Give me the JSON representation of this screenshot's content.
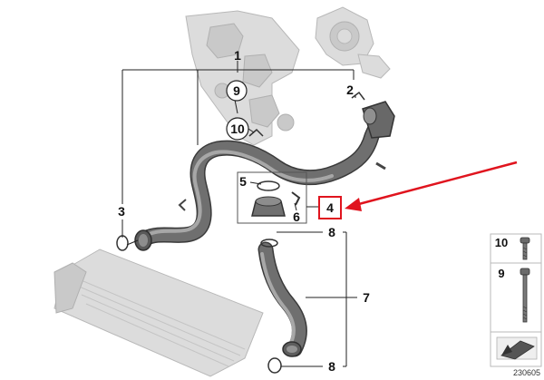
{
  "callouts": {
    "c1": "1",
    "c2": "2",
    "c3": "3",
    "c4": "4",
    "c5": "5",
    "c6": "6",
    "c7": "7",
    "c8_top": "8",
    "c8_bottom": "8",
    "c9": "9",
    "c10": "10"
  },
  "legend": {
    "item_10": "10",
    "item_9": "9"
  },
  "diagram_id": "230605",
  "colors": {
    "highlight_red": "#e0141e",
    "pipe_dark": "#3a3a3a",
    "pipe_mid": "#6f6f6f",
    "faded_part": "#dcdcdc"
  },
  "icons": {
    "bolt_10": "bolt-icon",
    "bolt_9": "long-bolt-icon",
    "corner_arrow": "arrow-icon"
  }
}
